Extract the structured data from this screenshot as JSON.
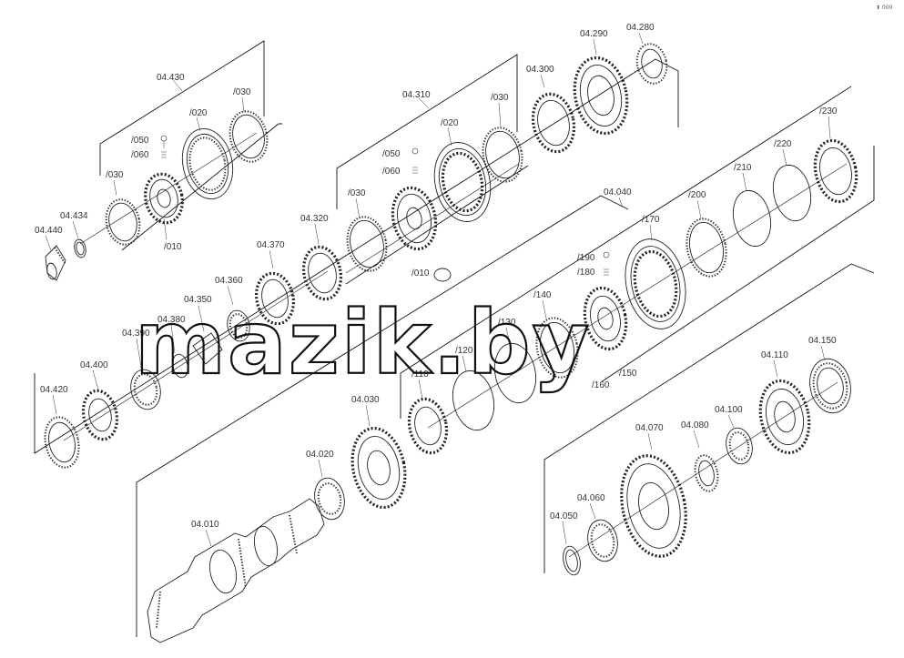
{
  "watermark": "mazik.by",
  "corner_mark": "⬆ 000",
  "groups": {
    "g430": {
      "label": "04.430",
      "parts": [
        "/030",
        "/020",
        "/050",
        "/060",
        "/030",
        "/010"
      ]
    },
    "g310": {
      "label": "04.310",
      "parts": [
        "/030",
        "/020",
        "/050",
        "/060",
        "/030",
        "/010"
      ]
    },
    "g040": {
      "label": "04.040",
      "parts": [
        "/230",
        "/220",
        "/210",
        "/200",
        "/170",
        "/190",
        "/180",
        "/140",
        "/130",
        "/120",
        "/110",
        "/150",
        "/160"
      ]
    }
  },
  "labels": {
    "p04440": "04.440",
    "p04434": "04.434",
    "p04420": "04.420",
    "p04400": "04.400",
    "p04390": "04.390",
    "p04380": "04.380",
    "p04350": "04.350",
    "p04360": "04.360",
    "p04370": "04.370",
    "p04320": "04.320",
    "p04300": "04.300",
    "p04290": "04.290",
    "p04280": "04.280",
    "p04030": "04.030",
    "p04020": "04.020",
    "p04010": "04.010",
    "p04070": "04.070",
    "p04080": "04.080",
    "p04100": "04.100",
    "p04110": "04.110",
    "p04150": "04.150",
    "p04060": "04.060",
    "p04050": "04.050"
  }
}
